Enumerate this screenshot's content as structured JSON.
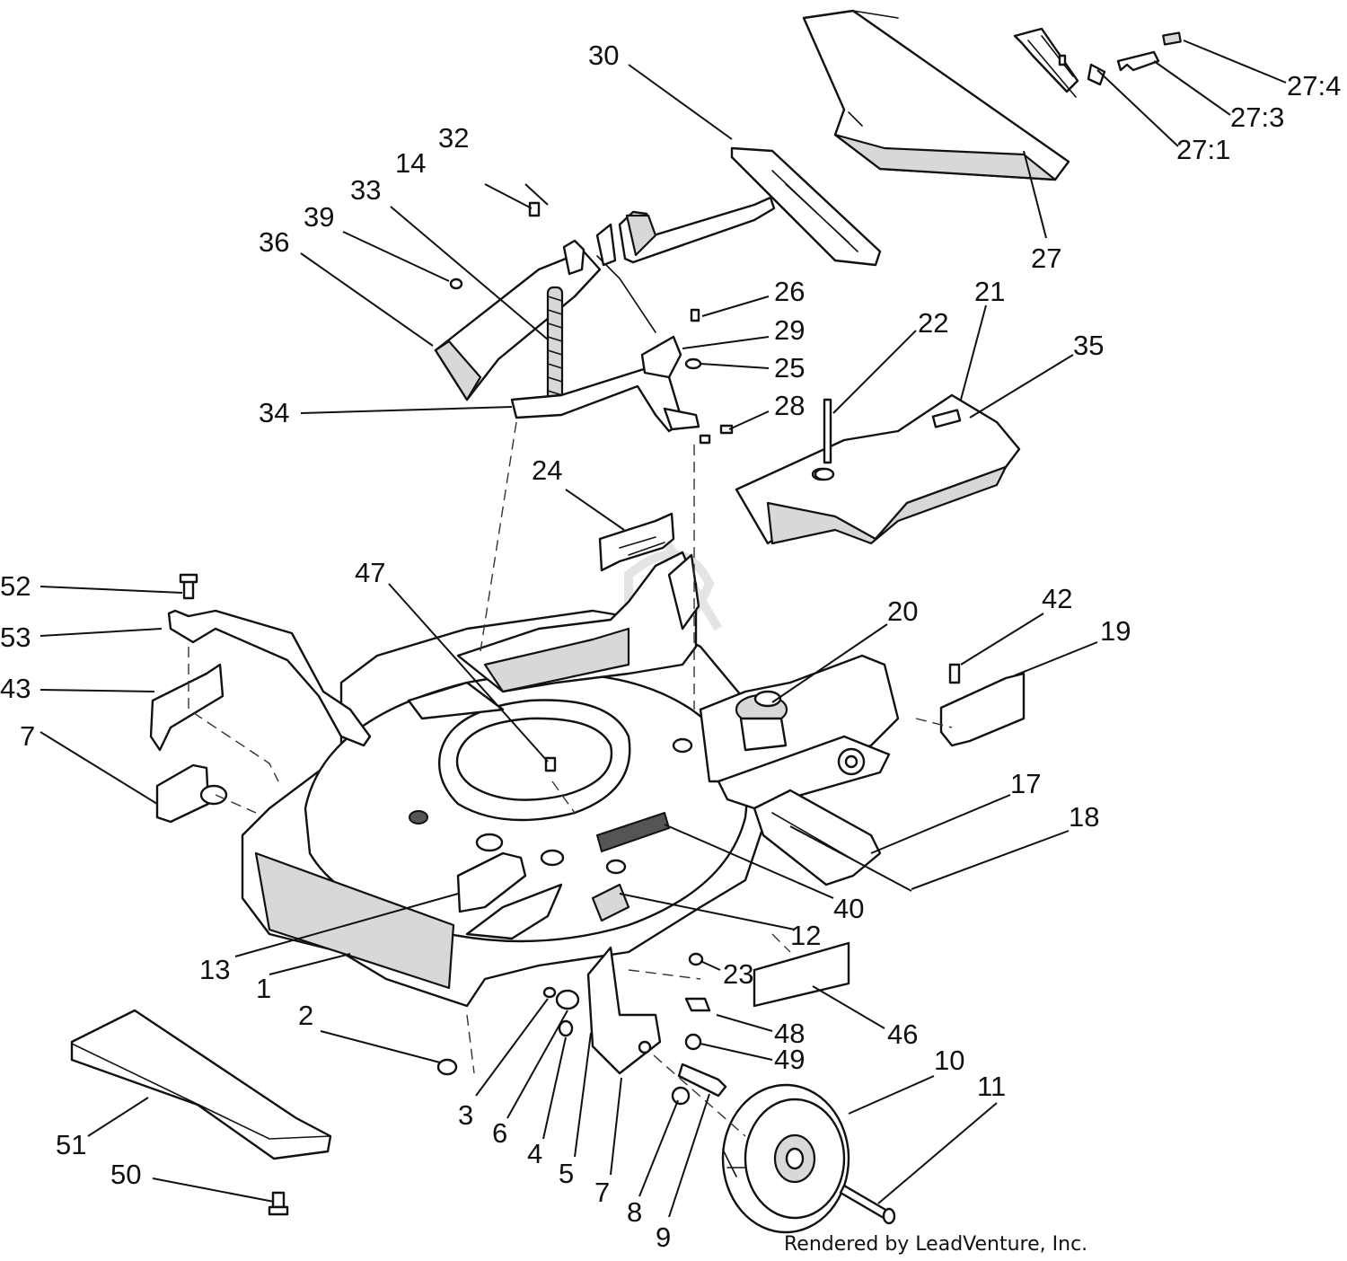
{
  "credit": "Rendered by LeadVenture, Inc.",
  "callouts": [
    {
      "id": "30",
      "label": "30"
    },
    {
      "id": "32",
      "label": "32"
    },
    {
      "id": "14",
      "label": "14"
    },
    {
      "id": "33",
      "label": "33"
    },
    {
      "id": "39",
      "label": "39"
    },
    {
      "id": "36",
      "label": "36"
    },
    {
      "id": "34",
      "label": "34"
    },
    {
      "id": "26",
      "label": "26"
    },
    {
      "id": "29",
      "label": "29"
    },
    {
      "id": "25",
      "label": "25"
    },
    {
      "id": "28",
      "label": "28"
    },
    {
      "id": "22",
      "label": "22"
    },
    {
      "id": "21",
      "label": "21"
    },
    {
      "id": "35",
      "label": "35"
    },
    {
      "id": "27-4",
      "label": "27:4"
    },
    {
      "id": "27-3",
      "label": "27:3"
    },
    {
      "id": "27-1",
      "label": "27:1"
    },
    {
      "id": "27",
      "label": "27"
    },
    {
      "id": "24",
      "label": "24"
    },
    {
      "id": "47",
      "label": "47"
    },
    {
      "id": "20",
      "label": "20"
    },
    {
      "id": "42",
      "label": "42"
    },
    {
      "id": "19",
      "label": "19"
    },
    {
      "id": "52",
      "label": "52"
    },
    {
      "id": "53",
      "label": "53"
    },
    {
      "id": "43",
      "label": "43"
    },
    {
      "id": "7a",
      "label": "7"
    },
    {
      "id": "17",
      "label": "17"
    },
    {
      "id": "18",
      "label": "18"
    },
    {
      "id": "40",
      "label": "40"
    },
    {
      "id": "12",
      "label": "12"
    },
    {
      "id": "13",
      "label": "13"
    },
    {
      "id": "1",
      "label": "1"
    },
    {
      "id": "23",
      "label": "23"
    },
    {
      "id": "46",
      "label": "46"
    },
    {
      "id": "2",
      "label": "2"
    },
    {
      "id": "48",
      "label": "48"
    },
    {
      "id": "49",
      "label": "49"
    },
    {
      "id": "10",
      "label": "10"
    },
    {
      "id": "11",
      "label": "11"
    },
    {
      "id": "3",
      "label": "3"
    },
    {
      "id": "6",
      "label": "6"
    },
    {
      "id": "4",
      "label": "4"
    },
    {
      "id": "5",
      "label": "5"
    },
    {
      "id": "7b",
      "label": "7"
    },
    {
      "id": "8",
      "label": "8"
    },
    {
      "id": "9",
      "label": "9"
    },
    {
      "id": "51",
      "label": "51"
    },
    {
      "id": "50",
      "label": "50"
    }
  ]
}
